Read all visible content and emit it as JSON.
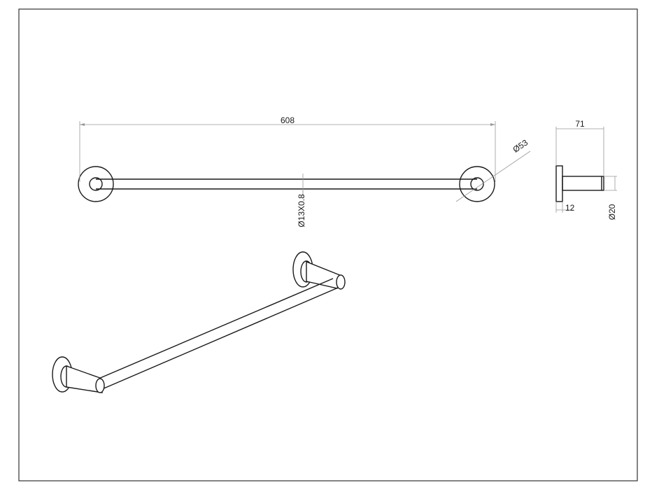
{
  "dimensions": {
    "overall_length": "608",
    "bar_diameter": "Ø13X0.8",
    "flange_diameter": "Ø53",
    "projection": "71",
    "flange_thickness": "12",
    "post_diameter": "Ø20"
  },
  "colors": {
    "line": "#1a1a1a",
    "dimension": "#999999",
    "frame": "#333333",
    "background": "#ffffff"
  }
}
